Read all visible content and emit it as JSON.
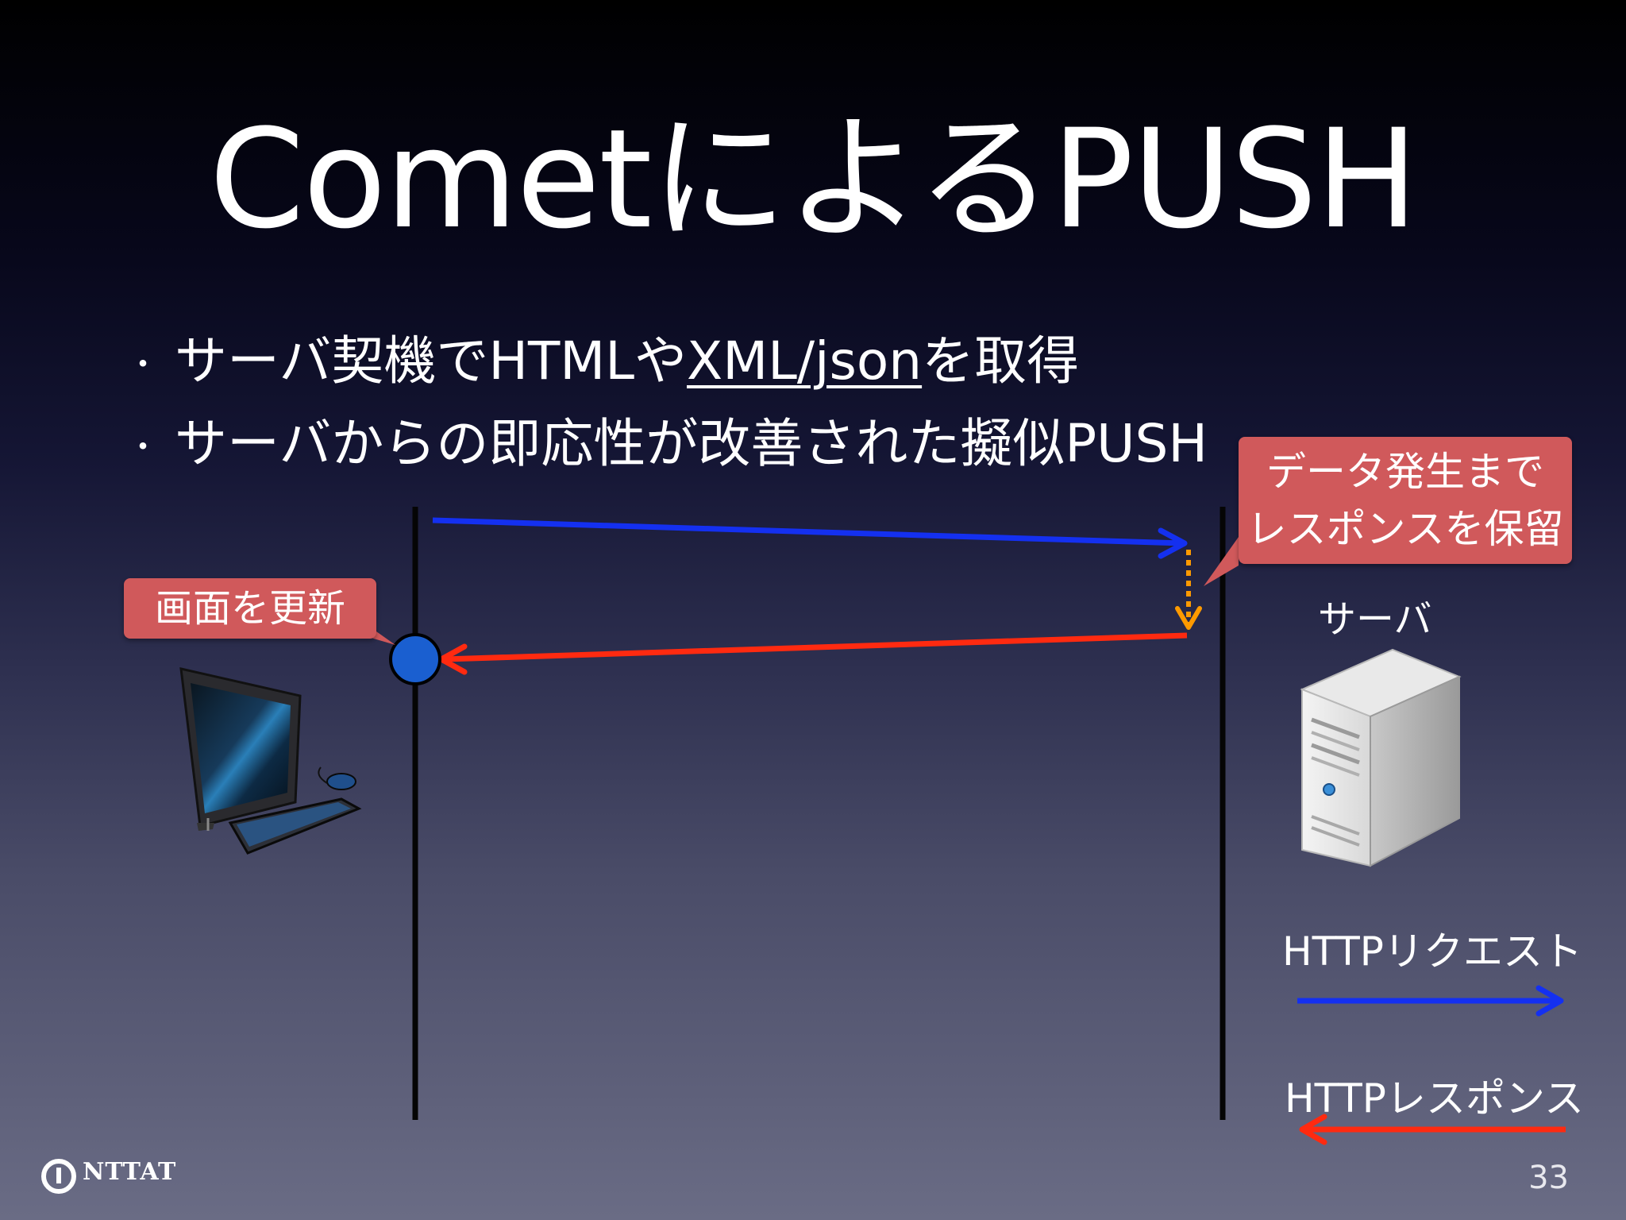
{
  "slide": {
    "title": "CometによるPUSH",
    "page_number": "33"
  },
  "bullets": [
    {
      "before": "サーバ契機でHTMLや",
      "underlined": "XML/json",
      "after": "を取得"
    },
    {
      "before": "サーバからの即応性が改善された擬似PUSH",
      "underlined": "",
      "after": ""
    }
  ],
  "bullet_marker": "・",
  "diagram": {
    "callout_client": "画面を更新",
    "callout_server_line1": "データ発生まで",
    "callout_server_line2": "レスポンスを保留",
    "server_label": "サーバ",
    "legend": {
      "request_label": "HTTPリクエスト",
      "response_label": "HTTPレスポンス"
    },
    "colors": {
      "request": "#1430f0",
      "response": "#ff2a10",
      "hold": "#ff9a00",
      "callout": "#d0595b",
      "event_dot": "#1a5fd0"
    },
    "icons": [
      "desktop-computer-icon",
      "server-tower-icon"
    ]
  },
  "logo": {
    "text": "NTTAT"
  }
}
